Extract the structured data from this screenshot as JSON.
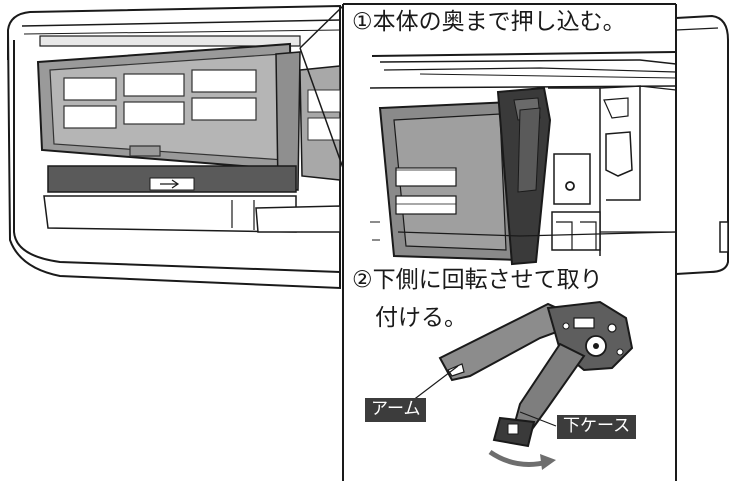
{
  "steps": {
    "step1": "①本体の奥まで押し込む。",
    "step2_line1": "②下側に回転させて取り",
    "step2_line2": "付ける。"
  },
  "callouts": {
    "arm": "アーム",
    "lower_case": "下ケース"
  },
  "colors": {
    "line": "#1a1a1a",
    "frame_gray": "#7a7a7a",
    "dark_gray": "#4a4a4a",
    "tag_bg": "#3c3c3c",
    "arrow_gray": "#6e6e6e"
  },
  "icons": {
    "rotation_arrow": "curved-arrow-icon"
  }
}
